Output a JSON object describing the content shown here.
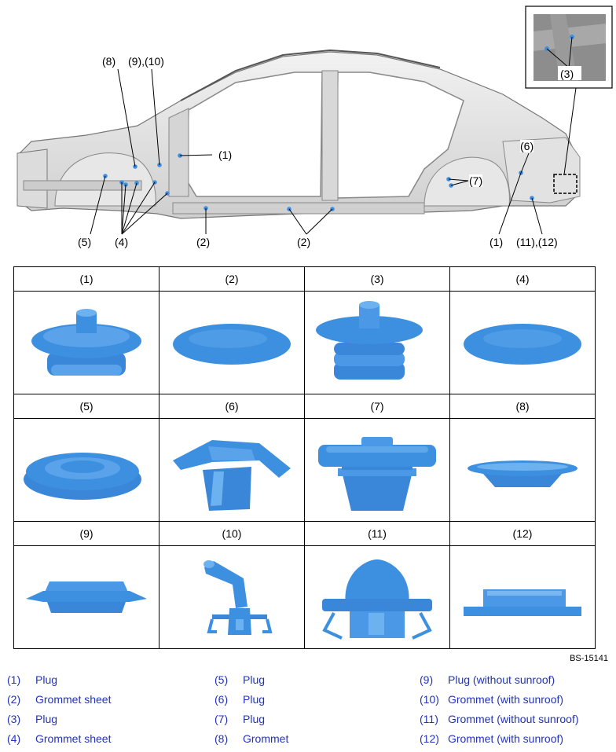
{
  "reference": "BS-15141",
  "callouts": {
    "c8": "(8)",
    "c9_10": "(9),(10)",
    "c1_front": "(1)",
    "c5": "(5)",
    "c4": "(4)",
    "c2_left": "(2)",
    "c2_right": "(2)",
    "c7": "(7)",
    "c6": "(6)",
    "c1_rear": "(1)",
    "c11_12": "(11),(12)",
    "c3_inset": "(3)"
  },
  "table_headers": [
    "(1)",
    "(2)",
    "(3)",
    "(4)",
    "(5)",
    "(6)",
    "(7)",
    "(8)",
    "(9)",
    "(10)",
    "(11)",
    "(12)"
  ],
  "legend": [
    {
      "num": "(1)",
      "label": "Plug"
    },
    {
      "num": "(2)",
      "label": "Grommet sheet"
    },
    {
      "num": "(3)",
      "label": "Plug"
    },
    {
      "num": "(4)",
      "label": "Grommet sheet"
    },
    {
      "num": "(5)",
      "label": "Plug"
    },
    {
      "num": "(6)",
      "label": "Plug"
    },
    {
      "num": "(7)",
      "label": "Plug"
    },
    {
      "num": "(8)",
      "label": "Grommet"
    },
    {
      "num": "(9)",
      "label": "Plug (without sunroof)"
    },
    {
      "num": "(10)",
      "label": "Grommet (with sunroof)"
    },
    {
      "num": "(11)",
      "label": "Grommet (without sunroof)"
    },
    {
      "num": "(12)",
      "label": "Grommet (with sunroof)"
    }
  ],
  "colors": {
    "part_blue": "#3d8fe0",
    "legend_text": "#2233bb"
  }
}
